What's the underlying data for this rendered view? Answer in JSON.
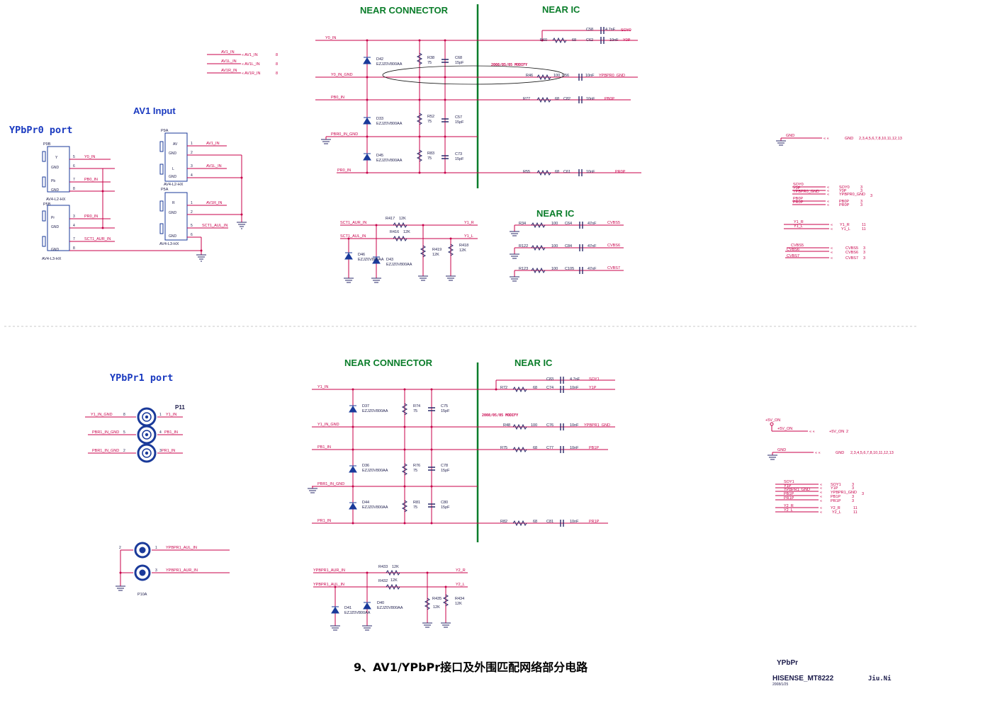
{
  "headings": {
    "near_connector_top": "NEAR CONNECTOR",
    "near_ic_top": "NEAR IC",
    "near_ic_mid": "NEAR IC",
    "near_connector_bottom": "NEAR CONNECTOR",
    "near_ic_bottom": "NEAR IC",
    "av1_input": "AV1 Input",
    "ypbpr0_port": "YPbPr0 port",
    "ypbpr1_port": "YPbPr1 port"
  },
  "title": "9、AV1/YPbPr接口及外围匹配网络部分电路",
  "title_block": {
    "sheet": "YPbPr",
    "project": "HISENSE_MT8222",
    "date": "2008/1/25",
    "author": "Jiu.Ni"
  },
  "modify_note_top": "2008/05/05 MODIFY",
  "modify_note_bottom": "2008/05/05 MODIFY",
  "nets": {
    "av1_in": "AV1_IN",
    "av1l_in": "AV1L_IN",
    "av1r_in": "AV1R_IN",
    "y0_in": "Y0_IN",
    "y0_in_gnd": "Y0_IN_GND",
    "pb0_in": "PB0_IN",
    "pbr0_in_gnd": "PBR0_IN_GND",
    "pr0_in": "PR0_IN",
    "soy0": "SOY0",
    "y0p": "Y0P",
    "ypbpr0_gnd": "YPBPR0_GND",
    "pb0p": "PB0P",
    "pr0p": "PR0P",
    "sct1_aur_in": "SCT1_AUR_IN",
    "sct1_aul_in": "SCT1_AUL_IN",
    "y1_r": "Y1_R",
    "y1_l": "Y1_L",
    "cvbs5": "CVBS5",
    "cvbs6": "CVBS6",
    "cvbs7": "CVBS7",
    "gnd": "GND",
    "y1_in": "Y1_IN",
    "y1_in_gnd": "Y1_IN_GND",
    "pb1_in": "PB1_IN",
    "pbr1_in_gnd": "PBR1_IN_GND",
    "pr1_in": "PR1_IN",
    "soy1": "SOY1",
    "y1p": "Y1P",
    "ypbpr1_gnd": "YPBPR1_GND",
    "pb1p": "PB1P",
    "pr1p": "PR1P",
    "ypbpr1_aul_in": "YPBPR1_AUL_IN",
    "ypbpr1_aur_in": "YPBPR1_AUR_IN",
    "y2_r": "Y2_R",
    "y2_l": "Y2_L",
    "p5v_on": "+5V_ON"
  },
  "offpage": {
    "av1_sheet": "8",
    "gnd_list": "2,3,4,5,6,7,8,10,11,12,13",
    "gnd_list2": "2,3,4,5,6,7,8,10,11,12,13",
    "sheet3": "3",
    "sheet11": "11",
    "sheet2": "2"
  },
  "components": {
    "r60": "R60",
    "r46": "R46",
    "r77": "R77",
    "r55": "R55",
    "r38": "R38",
    "r52": "R52",
    "r83": "R83",
    "c58": "C58",
    "c62": "C62",
    "c56": "C56",
    "c82": "C82",
    "c61": "C61",
    "c68": "C68",
    "c57": "C57",
    "c73": "C73",
    "d42": "D42",
    "d33": "D33",
    "d45": "D45",
    "diode_pn": "EZJZ0V800AA",
    "r417": "R417",
    "r416": "R416",
    "r419": "R419",
    "r418": "R418",
    "d46": "D46",
    "d43": "D43",
    "r34": "R34",
    "r122": "R122",
    "r123": "R123",
    "c64": "C64",
    "c84": "C84",
    "c105": "C105",
    "p9b": "P9B",
    "p9a": "P9A",
    "p5b": "P5B",
    "p5a": "P5A",
    "av4_l2": "AV4-L2-HX",
    "av4_l3": "AV4-L3-HX",
    "r72": "R72",
    "r48": "R48",
    "r75": "R75",
    "r82": "R82",
    "c83": "C83",
    "c74": "C74",
    "c76": "C76",
    "c77": "C77",
    "c81": "C81",
    "r74": "R74",
    "r76": "R76",
    "r81": "R81",
    "c75": "C75",
    "c78": "C78",
    "c80": "C80",
    "d37": "D37",
    "d36": "D36",
    "d44": "D44",
    "r433": "R433",
    "r432": "R432",
    "r435": "R435",
    "r434": "R434",
    "d41": "D41",
    "d40": "D40",
    "p11": "P11",
    "p10a": "P10A"
  },
  "values": {
    "v75": "75",
    "v68": "68",
    "v100": "100",
    "v47nf": "4.7nF",
    "v10nf": "10nF",
    "v47nf2": "47nF",
    "v15pf": "15pF",
    "v12k": "12K",
    "v12k_spaced": "12K"
  },
  "connector_pins": {
    "y": "Y",
    "pb": "Pb",
    "pr": "Pr",
    "av": "AV",
    "l": "L",
    "r": "R",
    "gnd": "GND"
  }
}
